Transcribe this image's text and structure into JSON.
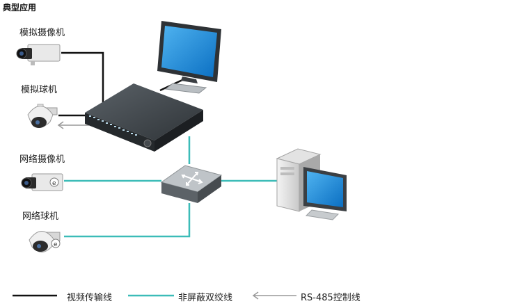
{
  "title": "典型应用",
  "devices": {
    "analog_camera": "模拟摄像机",
    "analog_dome": "模拟球机",
    "network_camera": "网络摄像机",
    "network_dome": "网络球机"
  },
  "legend": {
    "video_cable": "视频传输线",
    "utp_cable": "非屏蔽双绞线",
    "rs485": "RS-485控制线"
  },
  "colors": {
    "video_cable": "#111111",
    "utp_cable": "#3cbcb8",
    "rs485": "#999999",
    "screen": "#1f8fd8"
  }
}
